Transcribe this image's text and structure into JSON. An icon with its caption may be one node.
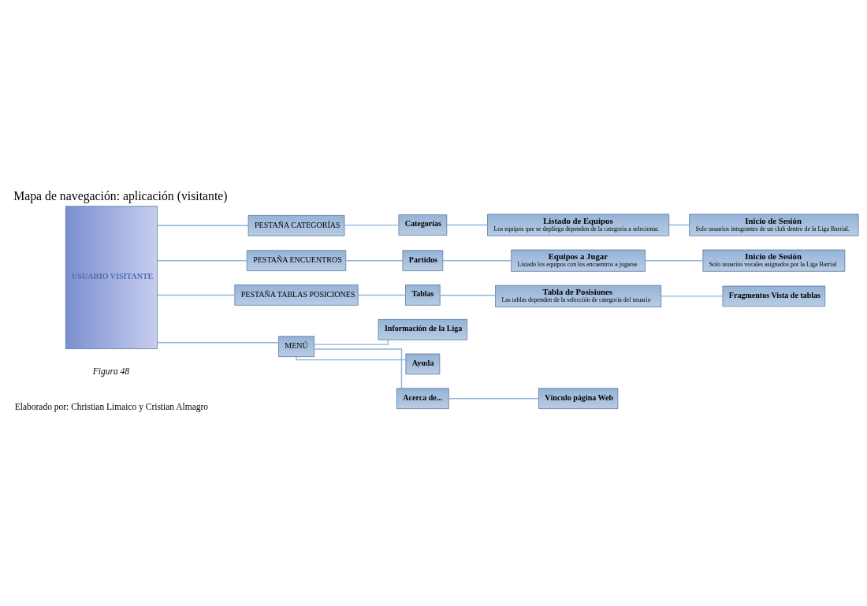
{
  "diagram": {
    "title": "Mapa de navegación: aplicación (visitante)",
    "caption": "Figura 48",
    "nodes": [
      {
        "text": [
          "USUARIO VISITANTE"
        ]
      },
      {
        "text": [
          "PESTAÑA CATEGORÍAS"
        ]
      },
      {
        "text": [
          "Categorías"
        ]
      },
      {
        "text": [
          "Listado de Equipos",
          "Los equipos que se depliega dependen de la categoria a selecionar."
        ]
      },
      {
        "text": [
          "Inicio de Sesión",
          "Solo usuarios integrantes de un club dentro de la Liga Barrial."
        ]
      },
      {
        "text": [
          "PESTAÑA ENCUENTROS"
        ]
      },
      {
        "text": [
          "Partidos"
        ]
      },
      {
        "text": [
          "Equipos a Jugar",
          "Listado los equipos con los encuentros a jugarse"
        ]
      },
      {
        "text": [
          "Inicio de Sesión",
          "Solo usuarios vocales asignados por la Liga Barrial"
        ]
      },
      {
        "text": [
          "PESTAÑA TABLAS POSICIONES"
        ]
      },
      {
        "text": [
          "Tablas"
        ]
      },
      {
        "text": [
          "Tabla de Posisiones",
          "Las tablas dependen de la selección de categoria del usuario"
        ]
      },
      {
        "text": [
          "Fragmentos Vista de tablas"
        ]
      },
      {
        "text": [
          "MENÚ"
        ]
      },
      {
        "text": [
          "Información de la Liga"
        ]
      },
      {
        "text": [
          "Ayuda"
        ]
      },
      {
        "text": [
          "Acerca de..."
        ]
      },
      {
        "text": [
          "Vínculo página Web"
        ]
      }
    ],
    "edges": [
      {
        "from": 0,
        "to": 1,
        "arrow": "none"
      },
      {
        "from": 1,
        "to": 2,
        "arrow": "none"
      },
      {
        "from": 2,
        "to": 3,
        "arrow": "none"
      },
      {
        "from": 3,
        "to": 4,
        "arrow": "none"
      },
      {
        "from": 0,
        "to": 5,
        "arrow": "none"
      },
      {
        "from": 5,
        "to": 6,
        "arrow": "none"
      },
      {
        "from": 6,
        "to": 7,
        "arrow": "none"
      },
      {
        "from": 7,
        "to": 8,
        "arrow": "none"
      },
      {
        "from": 0,
        "to": 9,
        "arrow": "none"
      },
      {
        "from": 9,
        "to": 10,
        "arrow": "none"
      },
      {
        "from": 10,
        "to": 11,
        "arrow": "none"
      },
      {
        "from": 11,
        "to": 12,
        "arrow": "none"
      },
      {
        "from": 0,
        "to": 13,
        "arrow": "none"
      },
      {
        "from": 13,
        "to": 14,
        "arrow": "none"
      },
      {
        "from": 13,
        "to": 15,
        "arrow": "none"
      },
      {
        "from": 13,
        "to": 16,
        "arrow": "none"
      },
      {
        "from": 16,
        "to": 17,
        "arrow": "none"
      }
    ],
    "labels": [
      "Elaborado por: Christian Limaico y Cristian Almagro"
    ]
  }
}
